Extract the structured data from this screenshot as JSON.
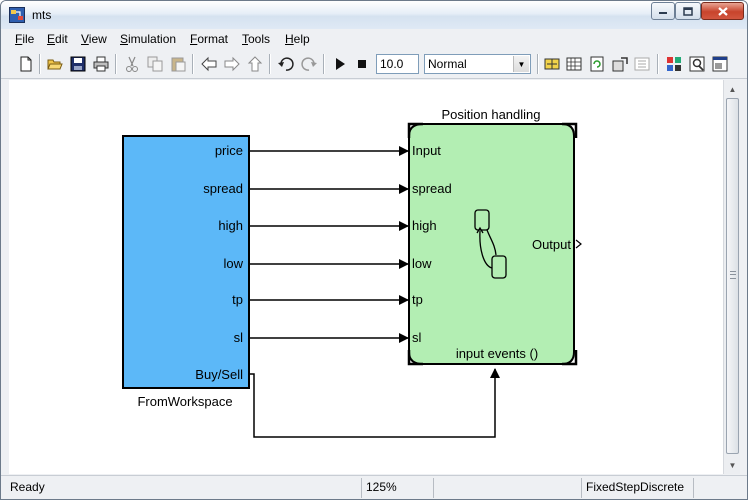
{
  "window": {
    "title": "mts"
  },
  "menu": {
    "items": [
      {
        "key": "F",
        "rest": "ile"
      },
      {
        "key": "E",
        "rest": "dit"
      },
      {
        "key": "V",
        "rest": "iew"
      },
      {
        "key": "S",
        "rest": "imulation"
      },
      {
        "key": "F",
        "rest": "ormat"
      },
      {
        "key": "T",
        "rest": "ools"
      },
      {
        "key": "H",
        "rest": "elp"
      }
    ]
  },
  "toolbar": {
    "stop_time": "10.0",
    "simulation_mode": "Normal",
    "icons": [
      "new-file-icon",
      "open-folder-icon",
      "save-icon",
      "print-icon",
      "cut-icon",
      "copy-icon",
      "paste-icon",
      "back-arrow-icon",
      "forward-arrow-icon",
      "up-arrow-icon",
      "undo-icon",
      "redo-icon",
      "play-icon",
      "stop-icon",
      "build-icon",
      "library-icon",
      "refresh-icon",
      "update-diagram-icon",
      "debug-icon",
      "library-browser-icon",
      "model-explorer-icon",
      "properties-icon"
    ]
  },
  "diagram": {
    "source_block": {
      "name": "FromWorkspace",
      "color": "#5cb8f8",
      "outputs": [
        "price",
        "spread",
        "high",
        "low",
        "tp",
        "sl",
        "Buy/Sell"
      ]
    },
    "chart_block": {
      "name": "Position handling",
      "color": "#b3eeb3",
      "inputs": [
        "Input",
        "spread",
        "high",
        "low",
        "tp",
        "sl"
      ],
      "output": "Output",
      "trigger": "input events ()"
    }
  },
  "status": {
    "state": "Ready",
    "zoom": "125%",
    "solver": "FixedStepDiscrete"
  }
}
